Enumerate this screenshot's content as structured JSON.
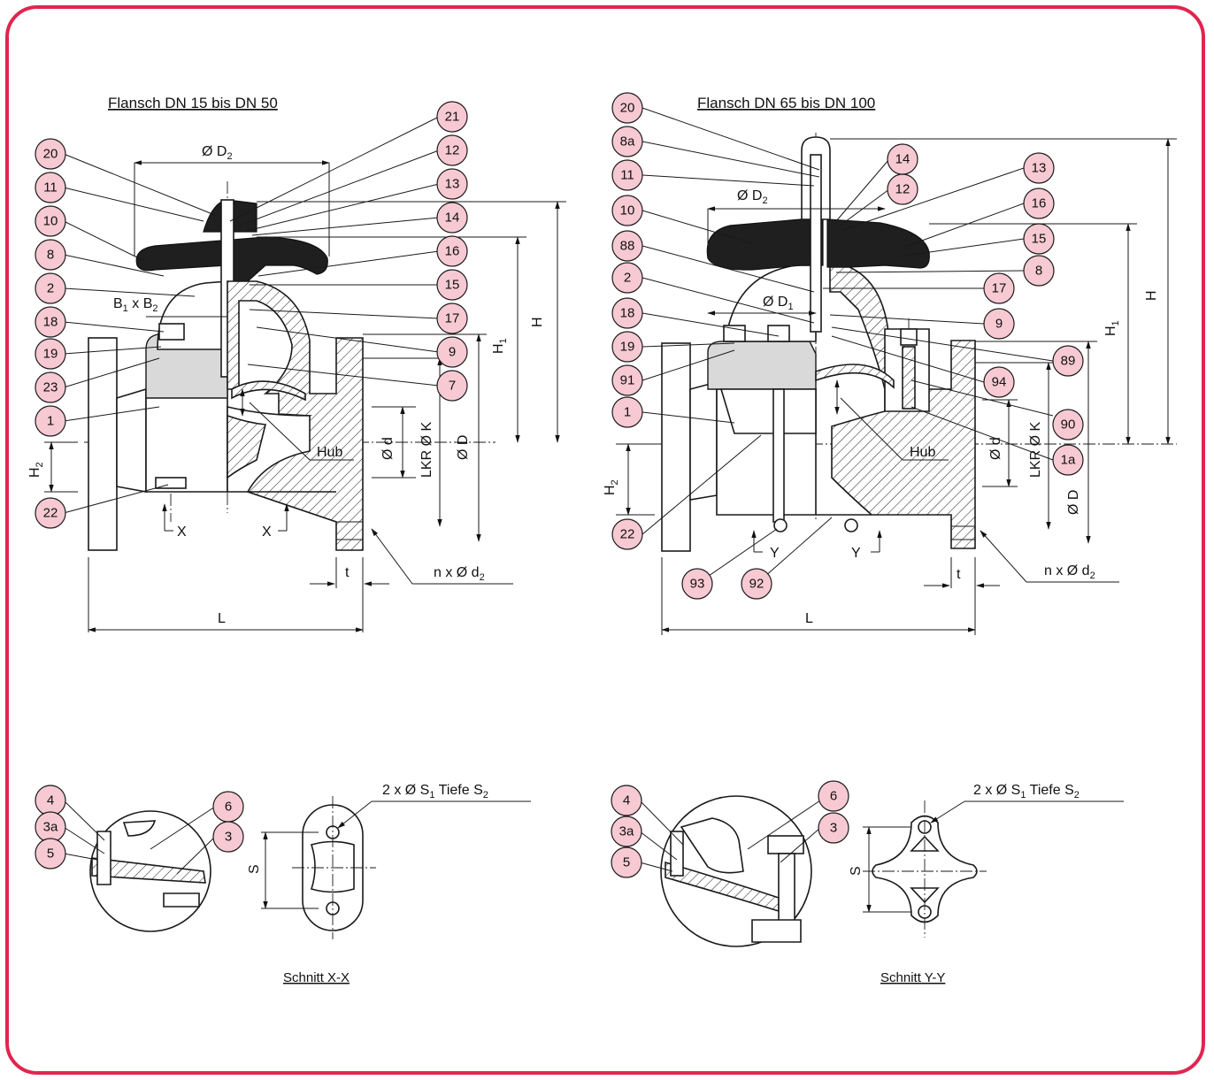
{
  "titles": {
    "left": "Flansch DN 15 bis DN 50",
    "right": "Flansch DN 65 bis DN 100",
    "section_left": "Schnitt X-X",
    "section_right": "Schnitt Y-Y"
  },
  "frame_color": "#e0264f",
  "bubble_color": "#f7c9d3",
  "left_callouts_left": [
    "20",
    "11",
    "10",
    "8",
    "2",
    "18",
    "19",
    "23",
    "1",
    "22"
  ],
  "left_callouts_right": [
    "21",
    "12",
    "13",
    "14",
    "16",
    "15",
    "17",
    "9",
    "7"
  ],
  "right_callouts_left": [
    "20",
    "8a",
    "11",
    "10",
    "88",
    "2",
    "18",
    "19",
    "91",
    "1",
    "22"
  ],
  "right_callouts_right": [
    "14",
    "12",
    "13",
    "16",
    "15",
    "8",
    "17",
    "9",
    "89",
    "94",
    "90",
    "1a"
  ],
  "right_callouts_bottom": [
    "93",
    "92"
  ],
  "section_callouts": [
    "4",
    "3a",
    "5",
    "6",
    "3"
  ],
  "dims": {
    "d2": "Ø D",
    "d2_sub": "2",
    "d1": "Ø D",
    "d1_sub": "1",
    "b": "B",
    "b_sub1": "1",
    "x_sign": " x ",
    "b_sub2": "2",
    "h": "H",
    "h1": "H",
    "h1_sub": "1",
    "h2": "H",
    "h2_sub": "2",
    "hub": "Hub",
    "od": "Ø d",
    "lkr": "LKR Ø K",
    "oD": "Ø D",
    "L": "L",
    "t": "t",
    "nd2": "n x Ø d",
    "nd2_sub": "2",
    "sec_x": "X",
    "sec_y": "Y",
    "S": "S",
    "s_note_a": "2 x Ø S",
    "s_note_sub1": "1",
    "s_note_b": " Tiefe S",
    "s_note_sub2": "2"
  }
}
